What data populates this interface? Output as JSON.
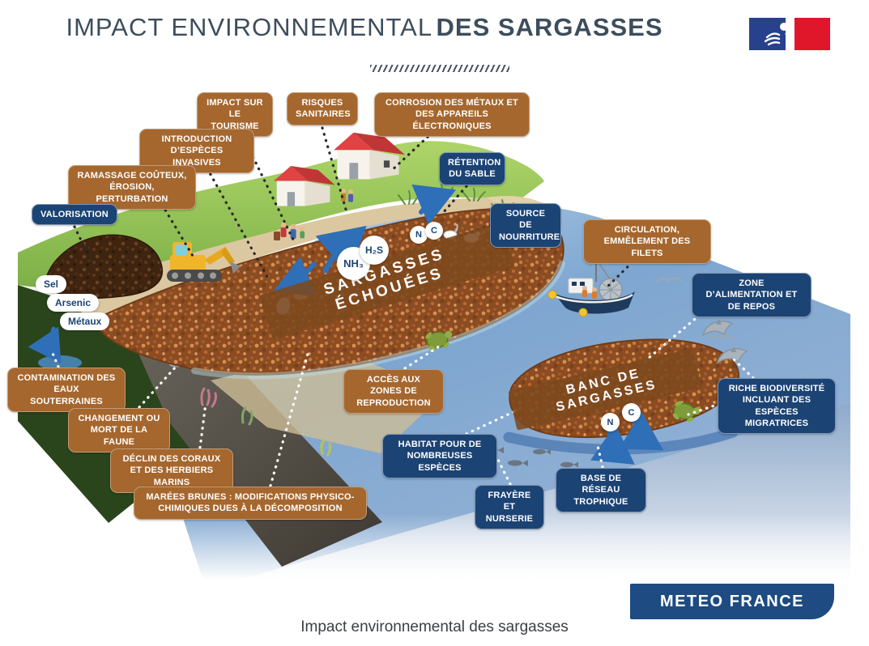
{
  "page": {
    "title_regular": "IMPACT ENVIRONNEMENTAL",
    "title_bold": "DES SARGASSES",
    "caption": "Impact environnemental des sargasses"
  },
  "branding": {
    "government_logo": "french-republic-flag",
    "meteo_france": "METEO FRANCE"
  },
  "colors": {
    "impact_box_brown": "#a5672e",
    "benefit_box_blue": "#1b4374",
    "meteo_navy": "#1d4b82",
    "title_slate": "#3d4d5c"
  },
  "callouts": [
    {
      "id": "impact-tourisme",
      "color": "brown",
      "text": "IMPACT SUR LE TOURISME"
    },
    {
      "id": "risques-sanitaires",
      "color": "brown",
      "text": "RISQUES SANITAIRES"
    },
    {
      "id": "corrosion",
      "color": "brown",
      "text": "CORROSION DES MÉTAUX ET DES APPAREILS ÉLECTRONIQUES"
    },
    {
      "id": "especes-invasives",
      "color": "brown",
      "text": "INTRODUCTION D’ESPÈCES INVASIVES"
    },
    {
      "id": "ramassage",
      "color": "brown",
      "text": "RAMASSAGE COÛTEUX, ÉROSION, PERTURBATION"
    },
    {
      "id": "valorisation",
      "color": "blue",
      "text": "VALORISATION"
    },
    {
      "id": "retention-sable",
      "color": "blue",
      "text": "RÉTENTION DU SABLE"
    },
    {
      "id": "source-nourriture",
      "color": "blue",
      "text": "SOURCE DE NOURRITURE"
    },
    {
      "id": "circulation-filets",
      "color": "brown",
      "text": "CIRCULATION, EMMÊLEMENT DES FILETS"
    },
    {
      "id": "zone-alimentation",
      "color": "blue",
      "text": "ZONE D’ALIMENTATION ET DE REPOS"
    },
    {
      "id": "contamination-eaux",
      "color": "brown",
      "text": "CONTAMINATION DES EAUX SOUTERRAINES"
    },
    {
      "id": "mort-faune",
      "color": "brown",
      "text": "CHANGEMENT OU MORT DE LA FAUNE"
    },
    {
      "id": "declin-coraux",
      "color": "brown",
      "text": "DÉCLIN DES CORAUX ET DES HERBIERS MARINS"
    },
    {
      "id": "marees-brunes",
      "color": "brown",
      "text": "MARÉES BRUNES : MODIFICATIONS PHYSICO-CHIMIQUES DUES À LA DÉCOMPOSITION"
    },
    {
      "id": "acces-reproduction",
      "color": "brown",
      "text": "ACCÈS AUX ZONES DE REPRODUCTION"
    },
    {
      "id": "habitat-especes",
      "color": "blue",
      "text": "HABITAT POUR DE NOMBREUSES ESPÈCES"
    },
    {
      "id": "frayere-nurserie",
      "color": "blue",
      "text": "FRAYÈRE ET NURSERIE"
    },
    {
      "id": "reseau-trophique",
      "color": "blue",
      "text": "BASE DE RÉSEAU TROPHIQUE"
    },
    {
      "id": "riche-biodiversite",
      "color": "blue",
      "text": "RICHE BIODIVERSITÉ INCLUANT DES ESPÈCES MIGRATRICES"
    }
  ],
  "scene": {
    "beached_label": "SARGASSES ÉCHOUÉES",
    "raft_label": "BANC DE SARGASSES",
    "leachate_bubbles": [
      "Sel",
      "Arsenic",
      "Métaux"
    ],
    "chemical_markers": {
      "nh3": "NH₃",
      "h2s": "H₂S",
      "n": "N",
      "c": "C"
    }
  }
}
